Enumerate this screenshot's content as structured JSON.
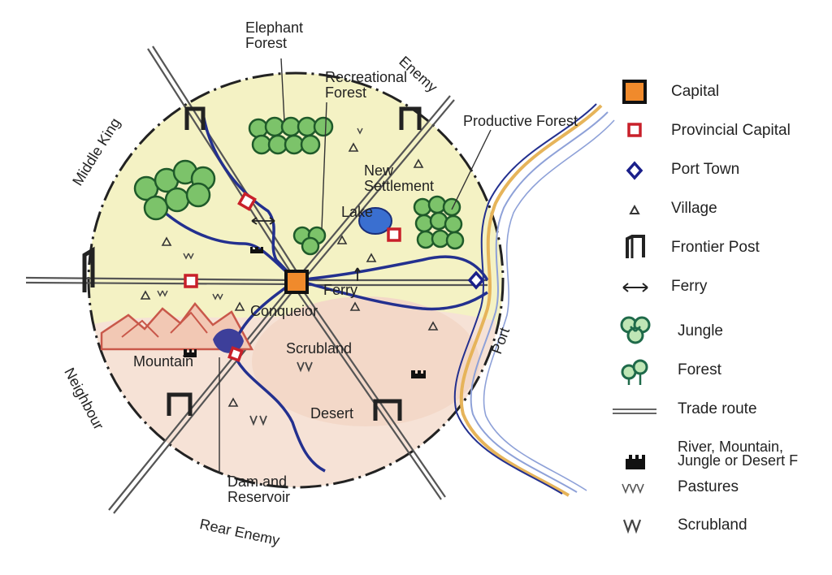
{
  "labels": {
    "elephant_forest": "Elephant\nForest",
    "recreational_forest": "Recreational\nForest",
    "productive_forest": "Productive Forest",
    "enemy": "Enemy",
    "middle_king": "Middle King",
    "new_settlement": "New\nSettlement",
    "lake": "Lake",
    "ferry": "Ferry",
    "conqueror": "Conqueior",
    "mountain": "Mountain",
    "scrubland": "Scrubland",
    "desert": "Desert",
    "neighbour": "Neighbour",
    "dam_reservoir": "Dam and\nReservoir",
    "rear_enemy": "Rear Enemy",
    "port": "Port"
  },
  "legend": [
    {
      "icon": "capital-icon",
      "label": "Capital"
    },
    {
      "icon": "provincial-capital-icon",
      "label": "Provincial Capital"
    },
    {
      "icon": "port-town-icon",
      "label": "Port Town"
    },
    {
      "icon": "village-icon",
      "label": "Village"
    },
    {
      "icon": "frontier-post-icon",
      "label": "Frontier Post"
    },
    {
      "icon": "ferry-icon",
      "label": "Ferry"
    },
    {
      "icon": "jungle-icon",
      "label": "Jungle"
    },
    {
      "icon": "forest-icon",
      "label": "Forest"
    },
    {
      "icon": "trade-route-icon",
      "label": "Trade route"
    },
    {
      "icon": "fort-icon",
      "label": "River, Mountain,\nJungle or Desert F"
    },
    {
      "icon": "pastures-icon",
      "label": "Pastures"
    },
    {
      "icon": "scrubland-icon",
      "label": "Scrubland"
    }
  ],
  "colors": {
    "capital_fill": "#f08a2c",
    "provincial_capital": "#c8202a",
    "port_town": "#1a1f8a",
    "river": "#23308f",
    "lake": "#3a6fd0",
    "tree_fill": "#7cc36a",
    "tree_outline": "#1f5a2a",
    "yellow_region": "#f4f2c4",
    "desert_region": "#f6e2d6",
    "mountain": "#c9584a",
    "sea_line": "#e6b45a",
    "frontier_post": "#222222"
  }
}
